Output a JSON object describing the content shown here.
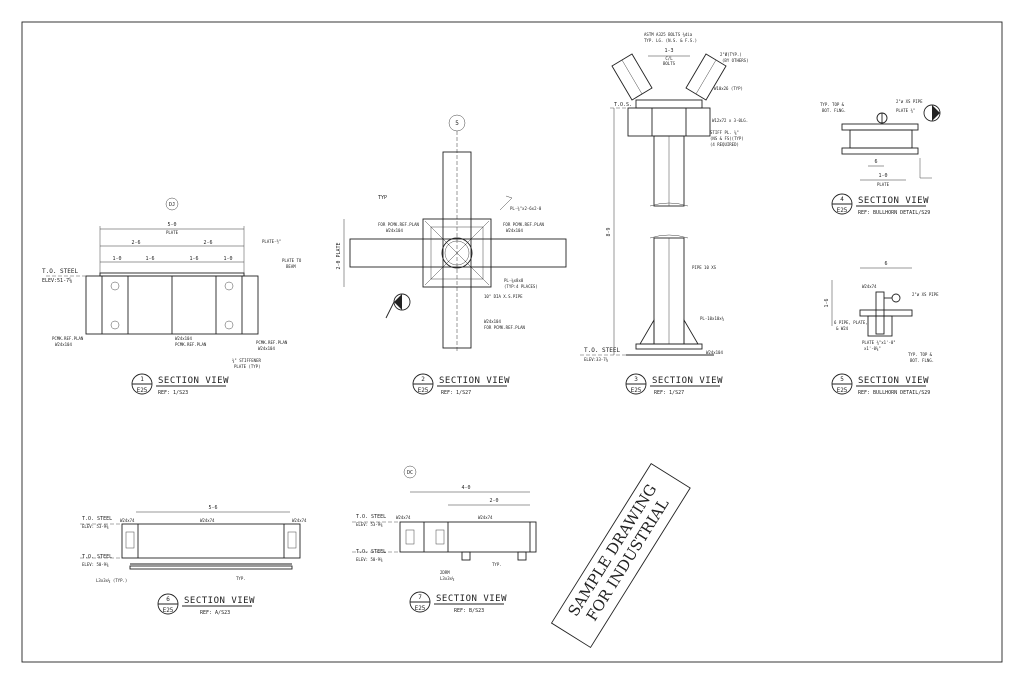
{
  "stamp": {
    "line1": "SAMPLE DRAWING",
    "line2": "FOR INDUSTRIAL"
  },
  "views": [
    {
      "num": "1",
      "sheet": "E25",
      "title": "SECTION VIEW",
      "ref": "REF: 1/S23",
      "grid": "DJ"
    },
    {
      "num": "2",
      "sheet": "E25",
      "title": "SECTION VIEW",
      "ref": "REF: 1/S27",
      "grid": "5"
    },
    {
      "num": "3",
      "sheet": "E25",
      "title": "SECTION VIEW",
      "ref": "REF: 1/S27"
    },
    {
      "num": "4",
      "sheet": "E25",
      "title": "SECTION VIEW",
      "ref": "REF: BULLHORN DETAIL/S29"
    },
    {
      "num": "5",
      "sheet": "E25",
      "title": "SECTION VIEW",
      "ref": "REF: BULLHORN DETAIL/S29"
    },
    {
      "num": "6",
      "sheet": "E25",
      "title": "SECTION VIEW",
      "ref": "REF: A/S23"
    },
    {
      "num": "7",
      "sheet": "E25",
      "title": "SECTION VIEW",
      "ref": "REF: B/S23",
      "grid": "DC"
    }
  ],
  "v1": {
    "overall": "5-0",
    "plate": "PLATE",
    "seg_a": "2-6",
    "seg_b": "2-6",
    "d1": "1-0",
    "d2": "1-6",
    "d3": "1-6",
    "d4": "1-0",
    "tos": "T.O. STEEL",
    "elev": "ELEV:51-7⅝",
    "plate_note": "PLATE-½\"",
    "plate_to_beam": "PLATE TO",
    "beam": "BEAM",
    "left_note1": "PCMK.REF.PLAN",
    "left_note2": "W24x104",
    "mid_note1": "W24x104",
    "mid_note2": "PCMK.REF.PLAN",
    "right_note1": "PCMK.REF.PLAN",
    "right_note2": "W24x104",
    "stiff1": "¾\" STIFFENER",
    "stiff2": "PLATE (TYP)"
  },
  "v2": {
    "typ": "TYP",
    "pl_top": "PL-¾\"x2-6x2-0",
    "pcmk_l": "FOR PCMK.REF.PLAN",
    "pcmk_l2": "W24x104",
    "pcmk_r": "FOR PCMK.REF.PLAN",
    "pcmk_r2": "W24x104",
    "plate_dim": "2-0 PLATE",
    "pl_side": "PL-⅜x8x8",
    "pl_side2": "(TYP:4 PLACES)",
    "pipe": "10\" DIA X.S.PIPE",
    "bot1": "W24x104",
    "bot2": "FOR PCMK.REF.PLAN"
  },
  "v3": {
    "bolts": "ASTM A325 BOLTS ¾dia",
    "bolts2": "TYP. LG. (N.S. & F.S.)",
    "top_dim": "1-3",
    "cl": "C/L",
    "cl2": "BOLTS",
    "angle": "2\"Ø(TYP.)",
    "angle2": "(BY OTHERS)",
    "w_top": "W10x26 (TYP)",
    "w_mid": "W12x72 x 3-0LG.",
    "stiff": "STIFF PL. ⅝\"",
    "stiff2": "(NS & FS)(TYP)",
    "stiff3": "(4 REQUIRED)",
    "tos_lbl": "T.O.S.",
    "height": "8-9",
    "pipe": "PIPE 10 XS",
    "base_pl": "PL-10x10x¾",
    "base_w": "W24x104",
    "tos": "T.O. STEEL",
    "elev": "ELEV:33-7⅝"
  },
  "v4": {
    "pipe": "2\"ø XS PIPE",
    "plate": "PLATE ¾\"",
    "typ": "TYP. TOP &",
    "typ2": "BOT. FLNG.",
    "d1": "6",
    "d2": "1-0",
    "lbl": "PLATE"
  },
  "v5": {
    "top": "6",
    "side": "1-6",
    "w": "W24x74",
    "pipe": "2\"ø XS PIPE",
    "note1": "6 PIPE, PLATE,",
    "note2": "& W24",
    "plate": "PLATE ¾\"x1'-0\"",
    "plate2": "x1'-0⅝\"",
    "typ": "TYP. TOP &",
    "typ2": "BOT. FLNG."
  },
  "v6": {
    "overall": "5-6",
    "w_l": "W24x74",
    "w_c": "W24x74",
    "w_r": "W24x74",
    "tos1": "T.O. STEEL",
    "elev1": "ELEV: 53-9⅜",
    "tos2": "T.O. STEEL",
    "elev2": "ELEV: 50-9⅜",
    "ang": "L3x3x¼ (TYP.)",
    "typ": "TYP."
  },
  "v7": {
    "overall": "4-0",
    "inner": "2-0",
    "w_l": "W24x74",
    "w_c": "W24x74",
    "tos1": "T.O. STEEL",
    "elev1": "ELEV: 53-9⅜",
    "tos2": "T.O. STEEL",
    "elev2": "ELEV: 50-9⅜",
    "pipe": "2DRM",
    "ang": "L3x3x¼",
    "typ": "TYP."
  }
}
